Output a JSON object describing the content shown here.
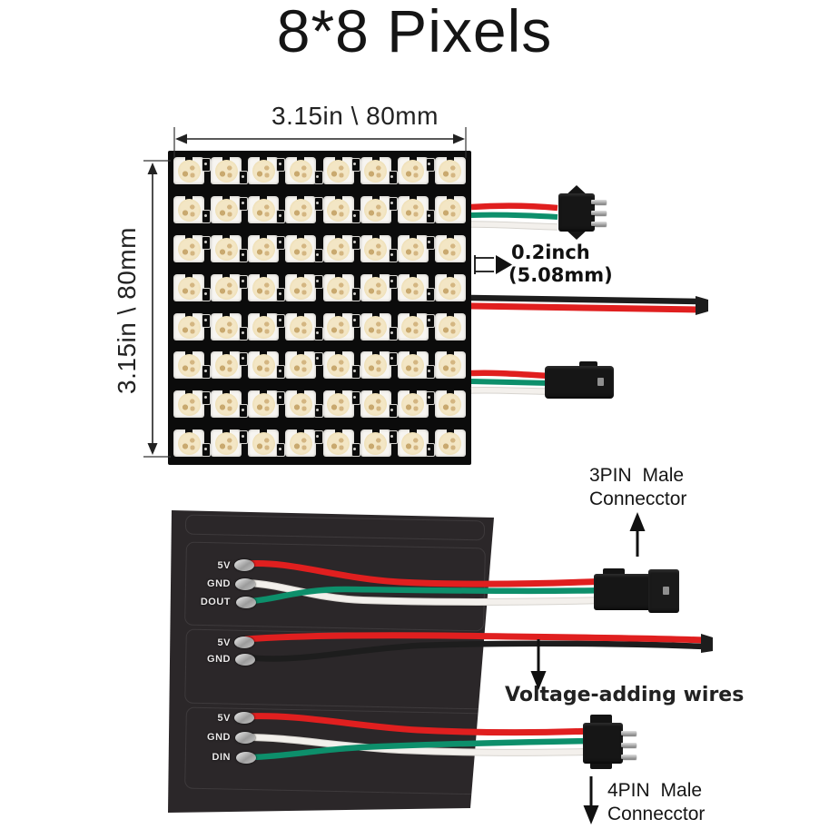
{
  "title": "8*8 Pixels",
  "dimensions": {
    "top_label": "3.15in \\ 80mm",
    "left_label": "3.15in \\ 80mm",
    "pitch_line1": "0.2inch",
    "pitch_line2": "(5.08mm)"
  },
  "matrix": {
    "rows": 8,
    "cols": 8
  },
  "annotations": {
    "pin3_line1": "3PIN Male",
    "pin3_line2": "Connecctor",
    "voltage_label": "Voltage-adding wires",
    "pin4_line1": "4PIN Male",
    "pin4_line2": "Connecctor"
  },
  "back_panel": {
    "groups": [
      {
        "pads": [
          "5V",
          "GND",
          "DOUT"
        ]
      },
      {
        "pads": [
          "5V",
          "GND"
        ]
      },
      {
        "pads": [
          "5V",
          "GND",
          "DIN"
        ]
      }
    ]
  },
  "colors": {
    "wire_red": "#e01f1f",
    "wire_green": "#0d8f6b",
    "wire_white": "#f3f0ec",
    "wire_black": "#1d1d1d",
    "pcb_black": "#0b0b0b",
    "panel_dark": "#2b2729",
    "connector_black": "#161616",
    "text_black": "#1a1a1a"
  }
}
